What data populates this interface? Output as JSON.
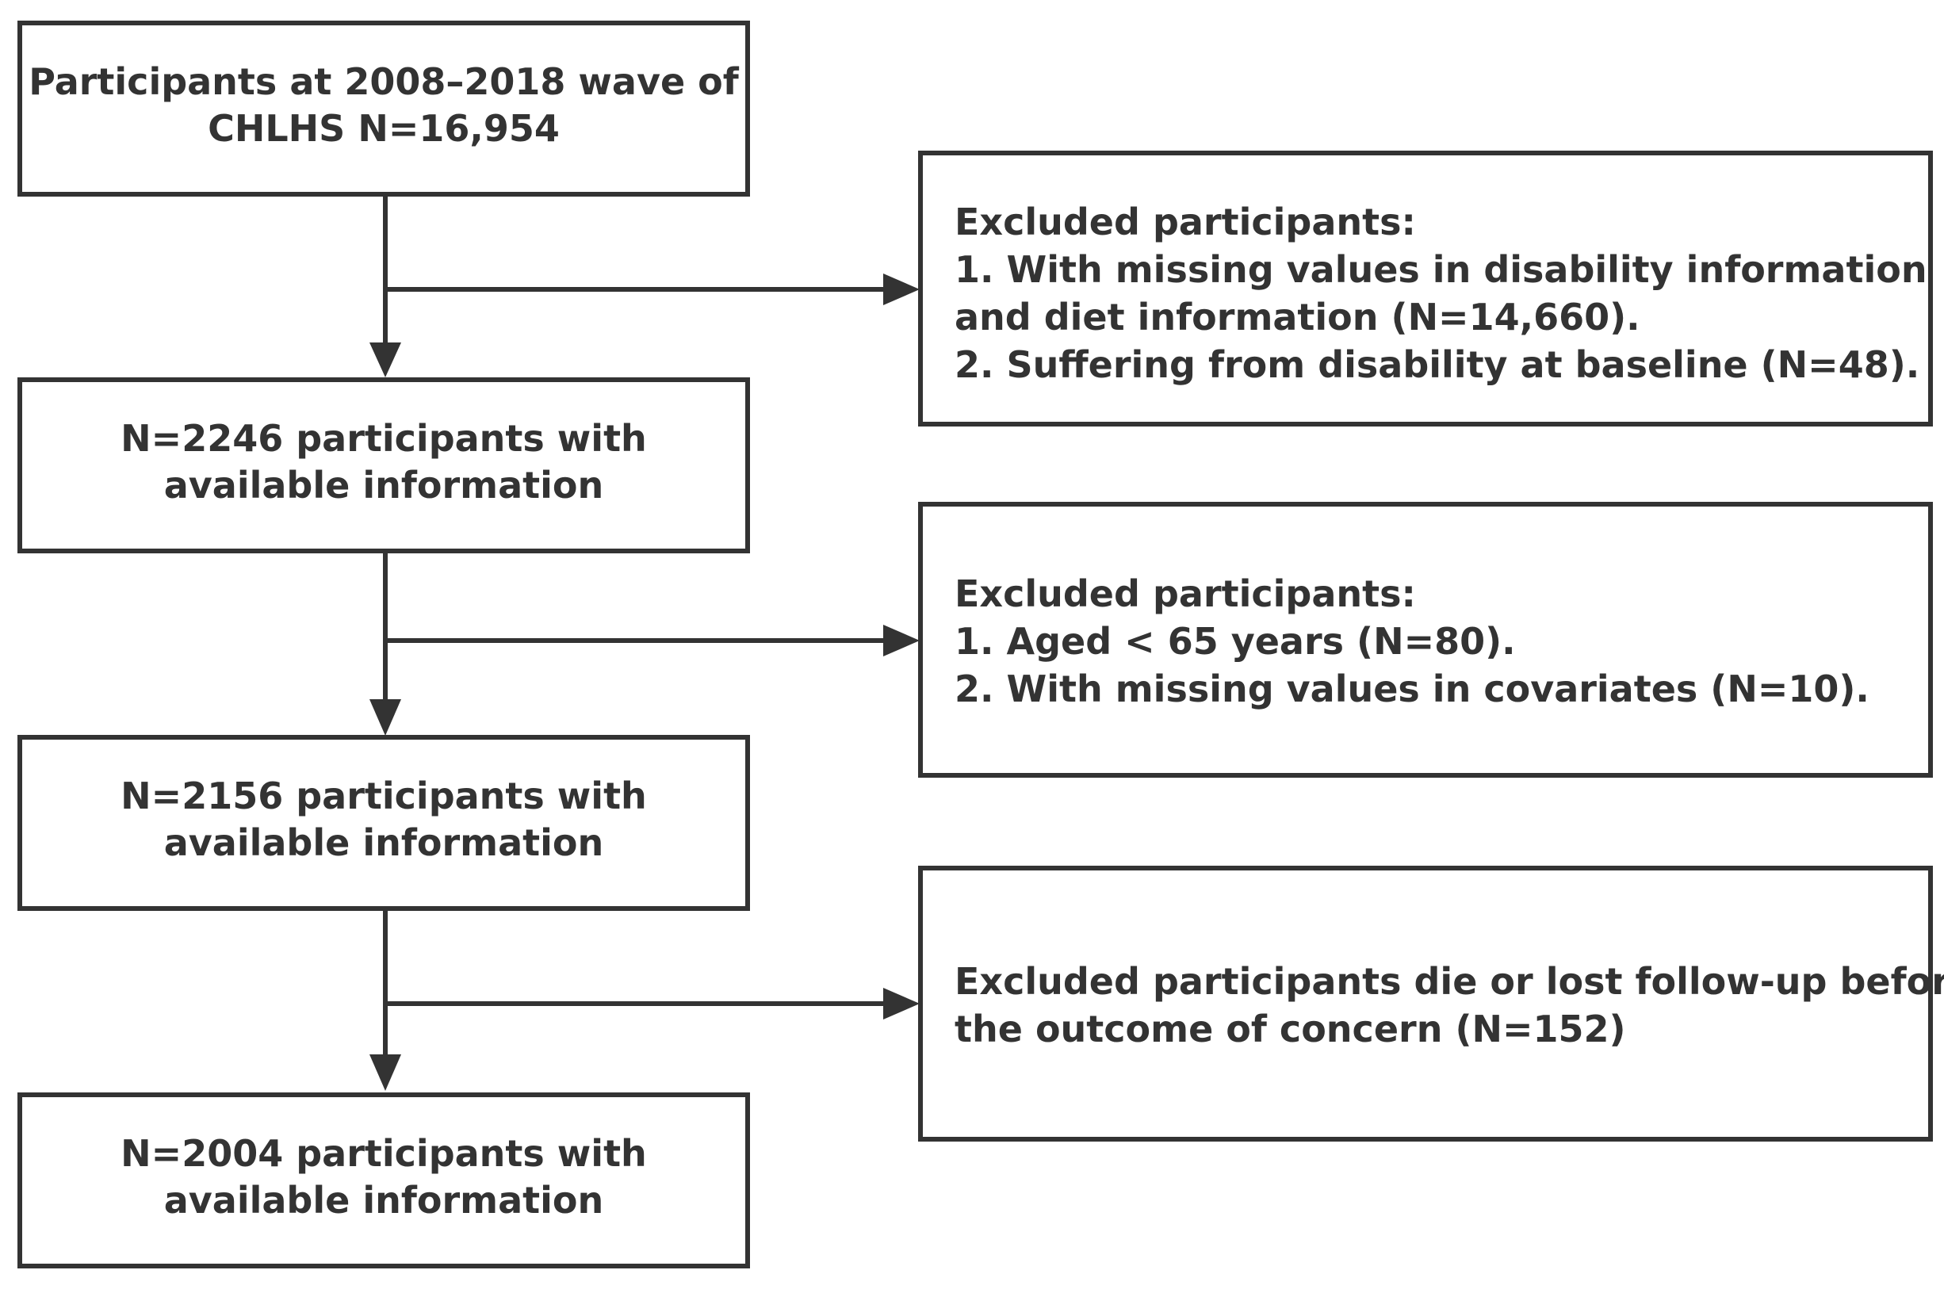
{
  "main_flow": [
    {
      "lines": [
        "Participants at 2008–2018 wave of",
        "CHLHS N=16,954"
      ]
    },
    {
      "lines": [
        "N=2246 participants with",
        "available information"
      ]
    },
    {
      "lines": [
        "N=2156 participants with",
        "available information"
      ]
    },
    {
      "lines": [
        "N=2004 participants with",
        "available information"
      ]
    }
  ],
  "exclusions": [
    {
      "lines": [
        "Excluded participants:",
        "1. With missing values in disability information",
        "and diet information (N=14,660).",
        "2. Suffering from disability at baseline (N=48)."
      ]
    },
    {
      "lines": [
        "Excluded participants:",
        "1. Aged < 65 years (N=80).",
        "2. With missing values in covariates (N=10)."
      ]
    },
    {
      "lines": [
        "Excluded participants die or lost follow-up before",
        "the outcome of concern (N=152)"
      ]
    }
  ],
  "colors": {
    "stroke": "#333333",
    "background": "#ffffff"
  }
}
